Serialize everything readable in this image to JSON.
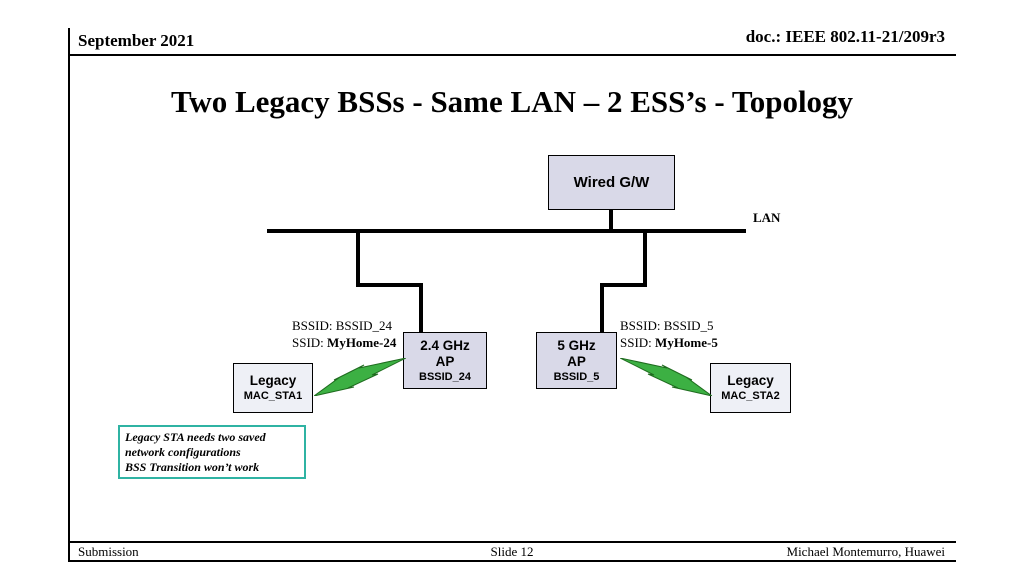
{
  "header": {
    "date": "September 2021",
    "doc_number": "doc.: IEEE 802.11-21/209r3"
  },
  "title": "Two Legacy BSSs - Same LAN – 2 ESS’s - Topology",
  "diagram": {
    "gateway_label": "Wired G/W",
    "lan_label": "LAN",
    "ap_24": {
      "name_line1": "2.4 GHz",
      "name_line2": "AP",
      "bssid": "BSSID_24"
    },
    "ap_5": {
      "name_line1": "5 GHz",
      "name_line2": "AP",
      "bssid": "BSSID_5"
    },
    "ap_24_info": {
      "bssid_line": "BSSID: BSSID_24",
      "ssid_label": "SSID: ",
      "ssid_value": "MyHome-24"
    },
    "ap_5_info": {
      "bssid_line": "BSSID: BSSID_5",
      "ssid_label": "SSID: ",
      "ssid_value": "MyHome-5"
    },
    "sta_1": {
      "line1": "Legacy",
      "line2": "MAC_STA1"
    },
    "sta_2": {
      "line1": "Legacy",
      "line2": "MAC_STA2"
    },
    "note_lines": [
      "Legacy STA needs two saved",
      "network configurations",
      "BSS Transition won’t work"
    ]
  },
  "footer": {
    "left": "Submission",
    "center": "Slide 12",
    "right": "Michael Montemurro, Huawei"
  },
  "colors": {
    "box_fill": "#d9d9e8",
    "sta_fill": "#eef0f6",
    "bolt_green": "#3cb043",
    "note_border": "#2fb3a3"
  }
}
